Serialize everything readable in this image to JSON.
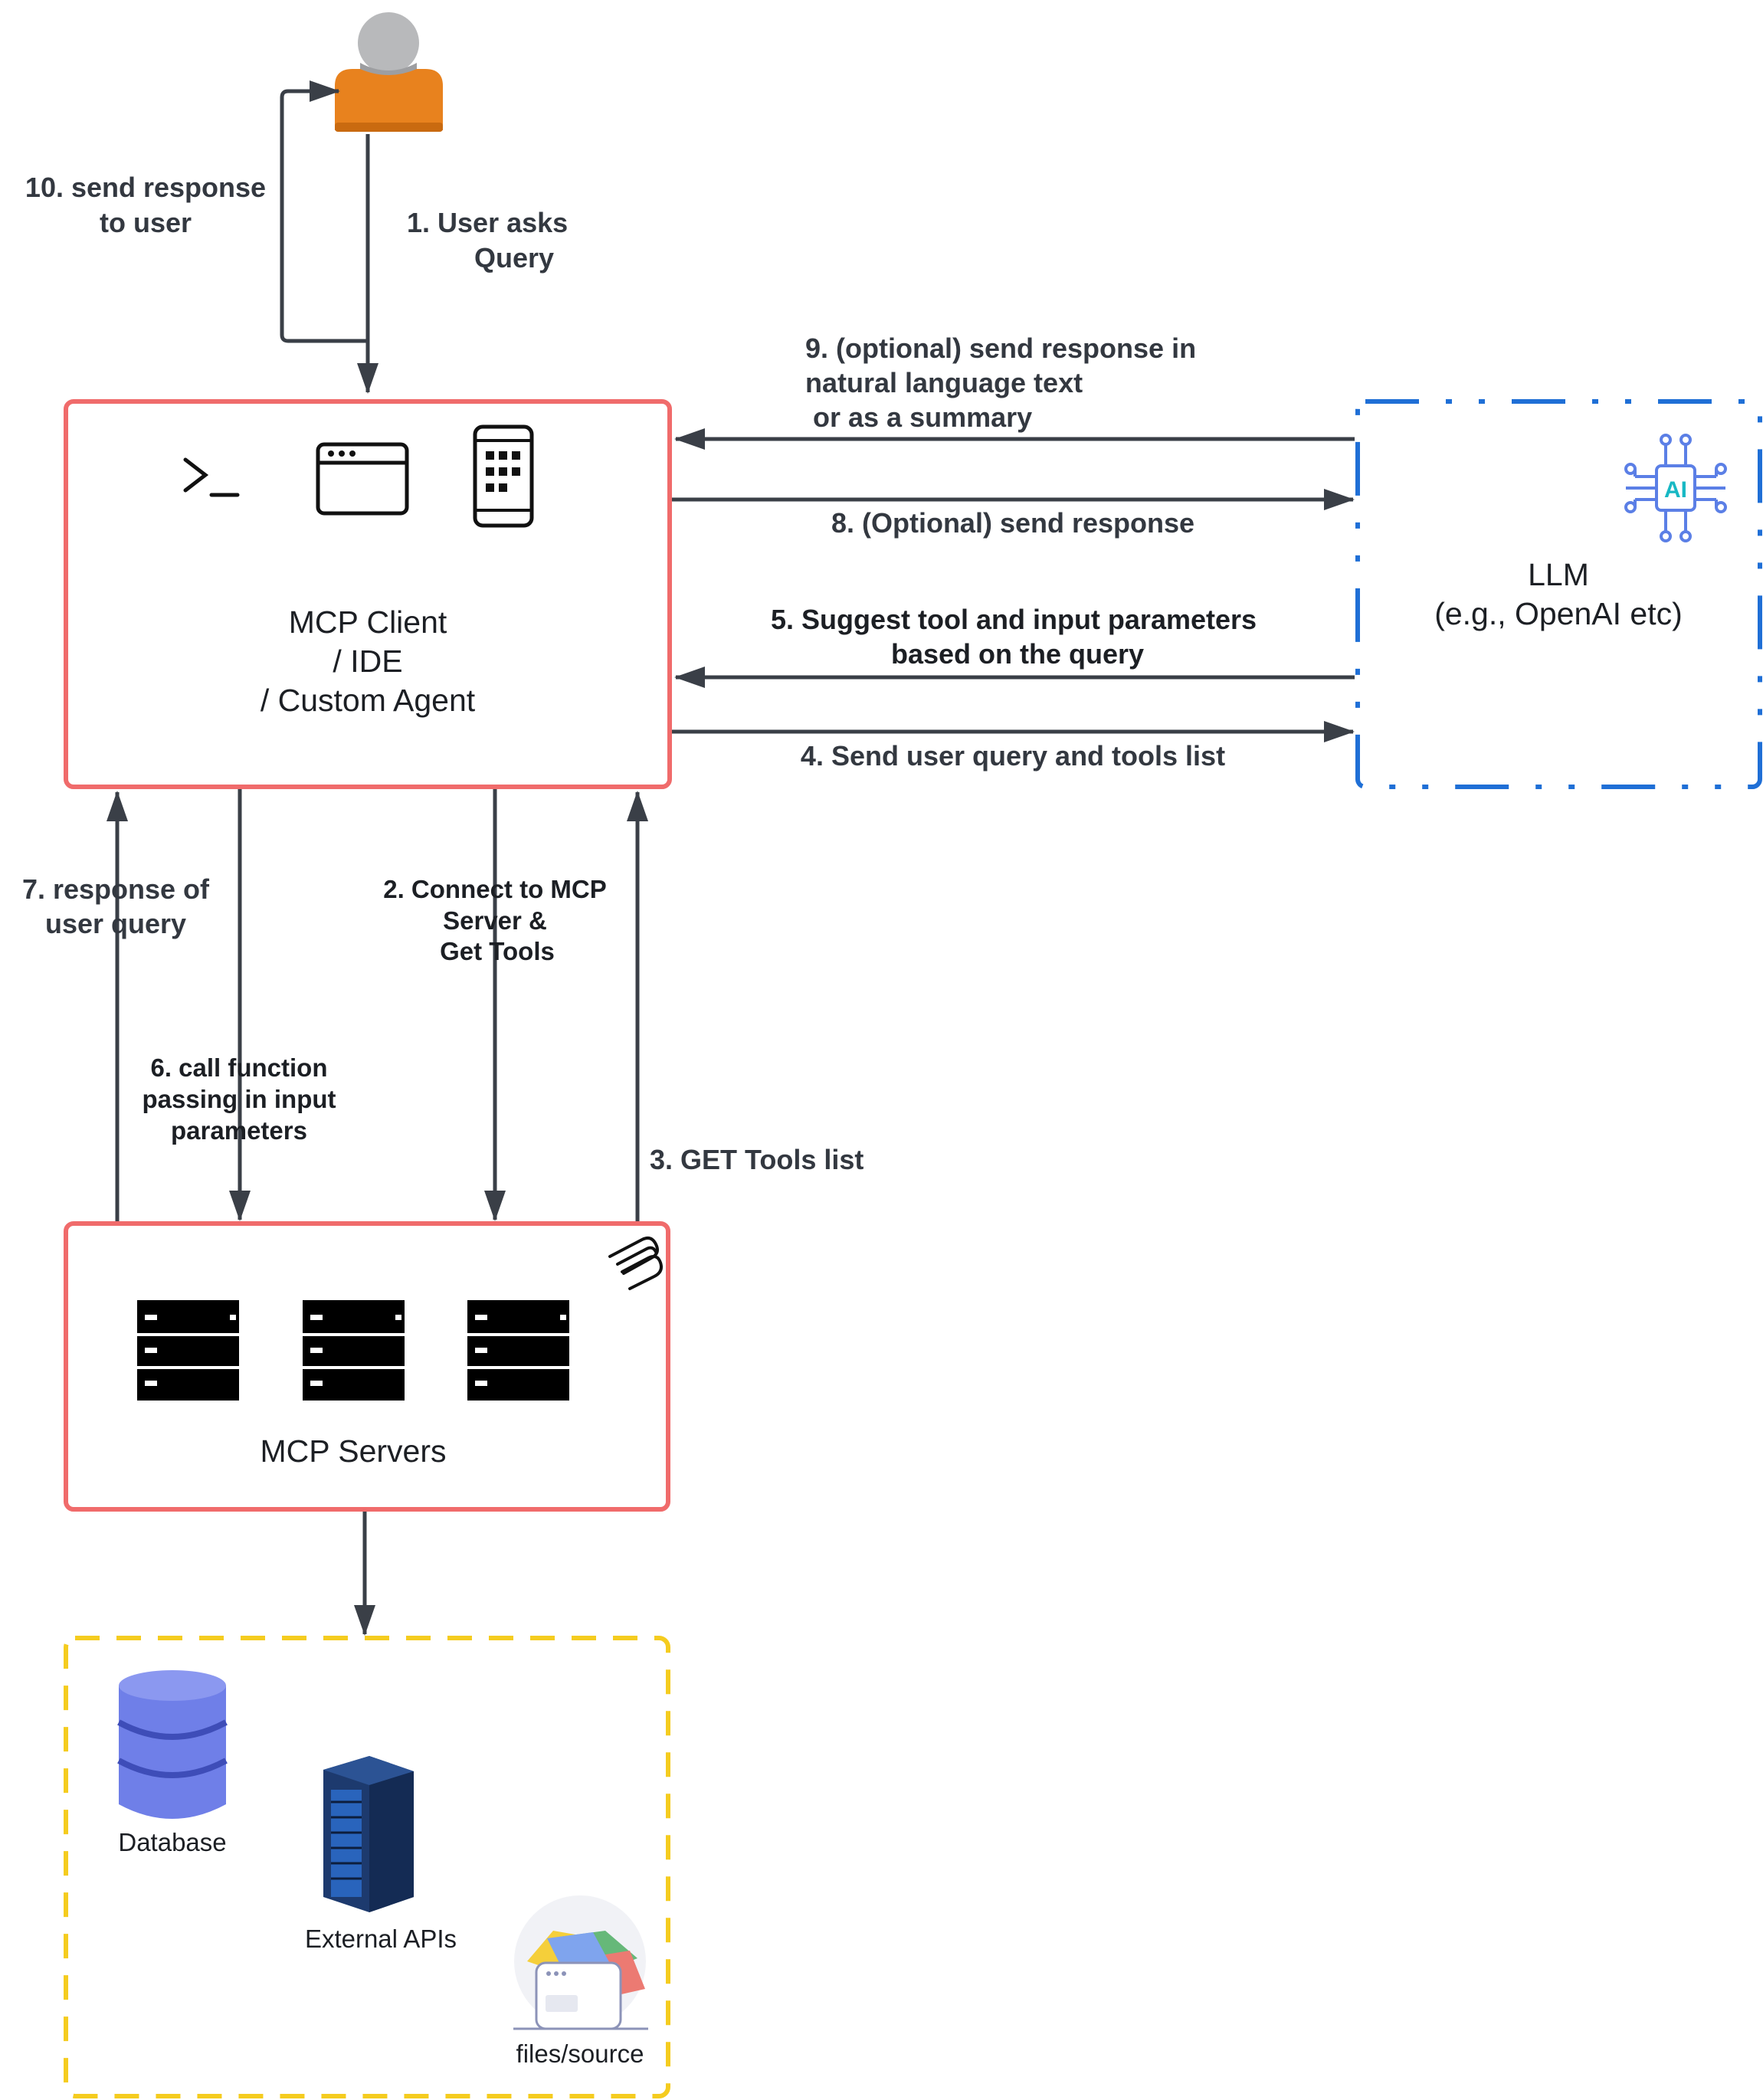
{
  "nodes": {
    "user": {
      "icon": "user-icon"
    },
    "client": {
      "line1": "MCP Client",
      "line2": "/ IDE",
      "line3": "/ Custom Agent",
      "icons": [
        "terminal-icon",
        "browser-window-icon",
        "mobile-phone-icon"
      ]
    },
    "llm": {
      "line1": "LLM",
      "line2": "(e.g., OpenAI etc)",
      "icon_text": "AI",
      "icon": "ai-chip-icon"
    },
    "servers": {
      "label": "MCP Servers",
      "icons": [
        "server-icon",
        "server-icon",
        "server-icon",
        "mcp-logo-icon"
      ]
    },
    "sources": {
      "database": "Database",
      "external_apis": "External APIs",
      "files": "files/source"
    }
  },
  "edges": {
    "e1": {
      "line1": "1.  User asks",
      "line2": "Query"
    },
    "e2": {
      "line1": "2. Connect to MCP",
      "line2": "Server &",
      "line3": "Get Tools"
    },
    "e3": {
      "line1": "3. GET Tools list"
    },
    "e4": {
      "line1": "4. Send user query and tools list"
    },
    "e5": {
      "line1": "5. Suggest tool and input parameters",
      "line2": "based on the query"
    },
    "e6": {
      "line1": "6. call function",
      "line2": "passing in input",
      "line3": "parameters"
    },
    "e7": {
      "line1": "7. response of",
      "line2": "user query"
    },
    "e8": {
      "line1": "8. (Optional) send response"
    },
    "e9": {
      "line1": "9. (optional) send response in",
      "line2": "natural language text",
      "line3": " or as a summary"
    },
    "e10": {
      "line1": "10. send response",
      "line2": "to user"
    }
  },
  "colors": {
    "client_border": "#f06b6b",
    "llm_border": "#1f6fd6",
    "sources_border": "#f5cc1f",
    "arrow": "#3a3f47",
    "user_body": "#e8821e",
    "user_head": "#b8b9bb",
    "database": "#6f7fe8"
  }
}
